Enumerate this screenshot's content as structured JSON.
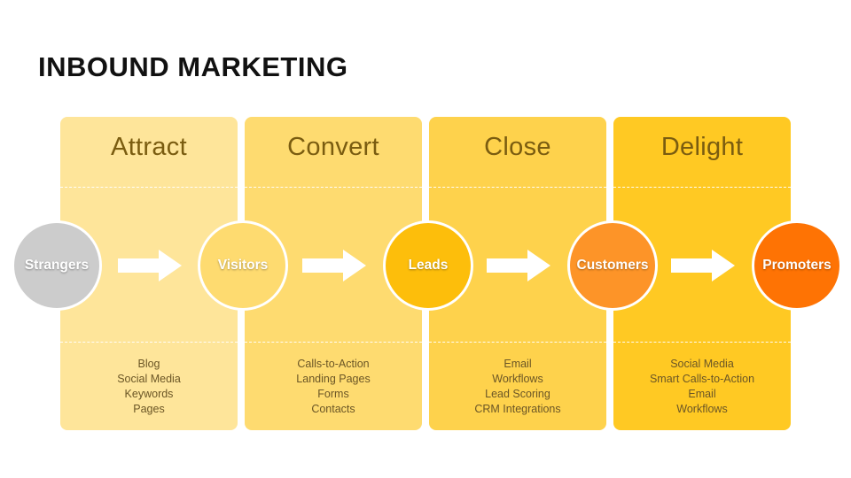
{
  "title": "INBOUND MARKETING",
  "stages": [
    {
      "name": "Attract",
      "items": [
        "Blog",
        "Social Media",
        "Keywords",
        "Pages"
      ],
      "color": "#fee59a"
    },
    {
      "name": "Convert",
      "items": [
        "Calls-to-Action",
        "Landing Pages",
        "Forms",
        "Contacts"
      ],
      "color": "#fedb70"
    },
    {
      "name": "Close",
      "items": [
        "Email",
        "Workflows",
        "Lead Scoring",
        "CRM Integrations"
      ],
      "color": "#fed24c"
    },
    {
      "name": "Delight",
      "items": [
        "Social Media",
        "Smart Calls-to-Action",
        "Email",
        "Workflows"
      ],
      "color": "#ffc923"
    }
  ],
  "nodes": [
    {
      "label": "Strangers",
      "color": "#cccccc"
    },
    {
      "label": "Visitors",
      "color": "#fedb70"
    },
    {
      "label": "Leads",
      "color": "#fdbe0b"
    },
    {
      "label": "Customers",
      "color": "#fd9428"
    },
    {
      "label": "Promoters",
      "color": "#fe7304"
    }
  ]
}
